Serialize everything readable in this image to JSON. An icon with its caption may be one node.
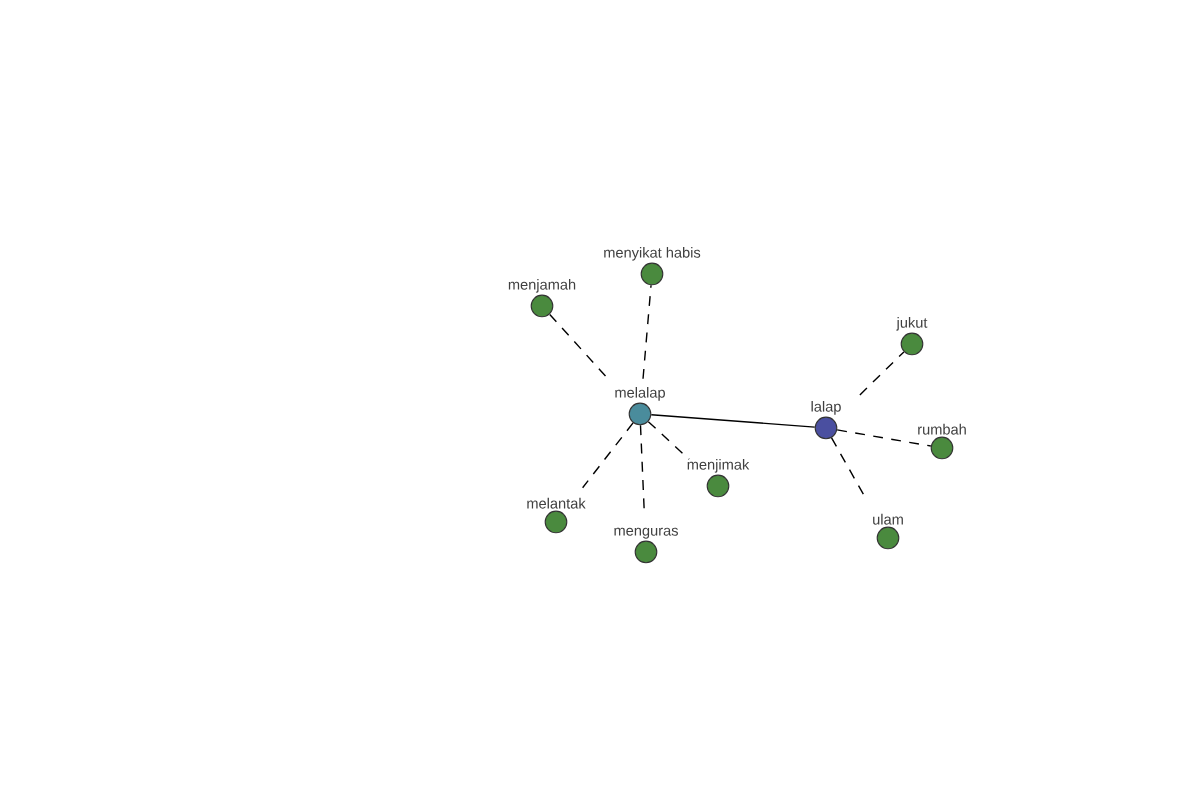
{
  "diagram": {
    "nodes": [
      {
        "text": [
          "melalap"
        ]
      },
      {
        "text": [
          "menyikat habis"
        ]
      },
      {
        "text": [
          "menjamah"
        ]
      },
      {
        "text": [
          "menjimak"
        ]
      },
      {
        "text": [
          "melantak"
        ]
      },
      {
        "text": [
          "menguras"
        ]
      },
      {
        "text": [
          "lalap"
        ]
      },
      {
        "text": [
          "jukut"
        ]
      },
      {
        "text": [
          "rumbah"
        ]
      },
      {
        "text": [
          "ulam"
        ]
      }
    ],
    "edges": [
      {
        "from": 0,
        "to": 6,
        "arrow": "none"
      },
      {
        "from": 0,
        "to": 1,
        "arrow": "none",
        "style": "dashed"
      },
      {
        "from": 0,
        "to": 2,
        "arrow": "none",
        "style": "dashed"
      },
      {
        "from": 0,
        "to": 3,
        "arrow": "none",
        "style": "dashed"
      },
      {
        "from": 0,
        "to": 4,
        "arrow": "none",
        "style": "dashed"
      },
      {
        "from": 0,
        "to": 5,
        "arrow": "none",
        "style": "dashed"
      },
      {
        "from": 6,
        "to": 7,
        "arrow": "none",
        "style": "dashed"
      },
      {
        "from": 6,
        "to": 8,
        "arrow": "none",
        "style": "dashed"
      },
      {
        "from": 6,
        "to": 9,
        "arrow": "none",
        "style": "dashed"
      }
    ]
  }
}
